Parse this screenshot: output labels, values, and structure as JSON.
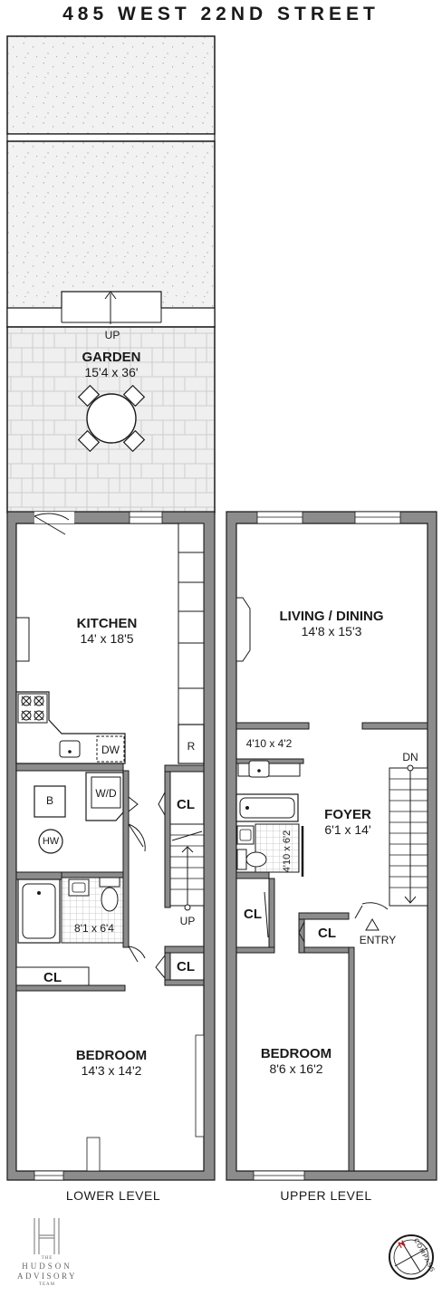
{
  "header": {
    "address": "485 WEST 22ND STREET"
  },
  "rooms": {
    "garden": {
      "name": "GARDEN",
      "dims": "15'4 x 36'",
      "stair_label": "UP"
    },
    "kitchen": {
      "name": "KITCHEN",
      "dims": "14' x 18'5",
      "dishwasher": "DW",
      "refrigerator": "R"
    },
    "utility": {
      "washer_dryer": "W/D",
      "boiler": "B",
      "hot_water": "HW",
      "closet": "CL",
      "stair_label": "UP"
    },
    "lower_bath": {
      "dims": "8'1 x 6'4"
    },
    "lower_closets": {
      "hall": "CL",
      "bedroom": "CL"
    },
    "lower_bedroom": {
      "name": "BEDROOM",
      "dims": "14'3 x 14'2"
    },
    "living": {
      "name": "LIVING / DINING",
      "dims": "14'8 x 15'3"
    },
    "pantry": {
      "dims": "4'10 x 4'2"
    },
    "foyer": {
      "name": "FOYER",
      "dims": "6'1 x 14'",
      "stair_label": "DN",
      "entry": "ENTRY"
    },
    "upper_bath": {
      "dims": "4'10 x 6'2"
    },
    "upper_closets": {
      "left": "CL",
      "right": "CL"
    },
    "upper_bedroom": {
      "name": "BEDROOM",
      "dims": "8'6 x 16'2"
    }
  },
  "levels": {
    "lower": "LOWER LEVEL",
    "upper": "UPPER LEVEL"
  },
  "branding": {
    "monogram": "H",
    "line1": "THE",
    "line2": "HUDSON",
    "line3": "ADVISORY",
    "line4": "TEAM"
  },
  "compass": {
    "north": "N",
    "label": "COMPASS",
    "icon": "compass-rose-icon"
  },
  "colors": {
    "wall": "#8c8c8c",
    "wall_edge": "#1a1a1a",
    "paving": "#eeeeee",
    "gravel": "#e6e6e6",
    "tile": "#d9d9d9",
    "north": "#cc2222"
  }
}
